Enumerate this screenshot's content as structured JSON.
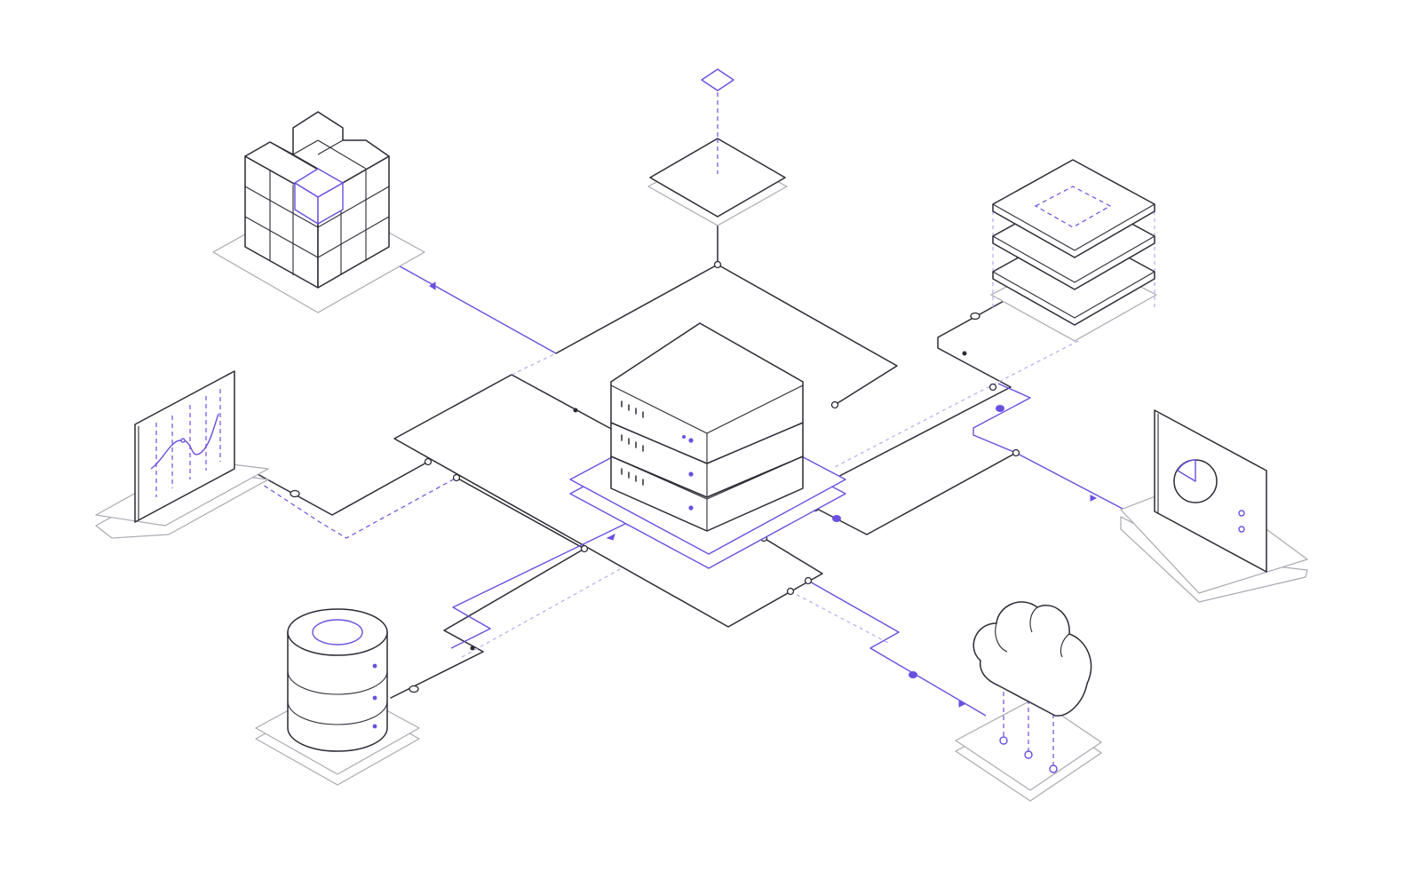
{
  "diagram": {
    "type": "isometric-network",
    "colors": {
      "ink": "#2a2a34",
      "accent": "#6a4fe0",
      "accent_light": "#b9a9f3",
      "muted": "#a9a9b2",
      "background": "#ffffff"
    },
    "nodes": [
      {
        "id": "server-stack",
        "icon": "server-stack-icon",
        "position": "center"
      },
      {
        "id": "tile",
        "icon": "layer-tile-icon",
        "position": "top"
      },
      {
        "id": "cube-grid",
        "icon": "cube-grid-icon",
        "position": "top-left"
      },
      {
        "id": "layers",
        "icon": "layers-stack-icon",
        "position": "top-right"
      },
      {
        "id": "chart-monitor",
        "icon": "line-chart-monitor-icon",
        "position": "left"
      },
      {
        "id": "pie-monitor",
        "icon": "pie-chart-monitor-icon",
        "position": "right"
      },
      {
        "id": "database",
        "icon": "database-cylinder-icon",
        "position": "bottom-left"
      },
      {
        "id": "cloud",
        "icon": "cloud-icon",
        "position": "bottom-right"
      }
    ],
    "edges": [
      {
        "from": "server-stack",
        "to": "tile"
      },
      {
        "from": "server-stack",
        "to": "cube-grid"
      },
      {
        "from": "server-stack",
        "to": "layers"
      },
      {
        "from": "server-stack",
        "to": "chart-monitor"
      },
      {
        "from": "server-stack",
        "to": "pie-monitor"
      },
      {
        "from": "server-stack",
        "to": "database"
      },
      {
        "from": "server-stack",
        "to": "cloud"
      }
    ]
  }
}
